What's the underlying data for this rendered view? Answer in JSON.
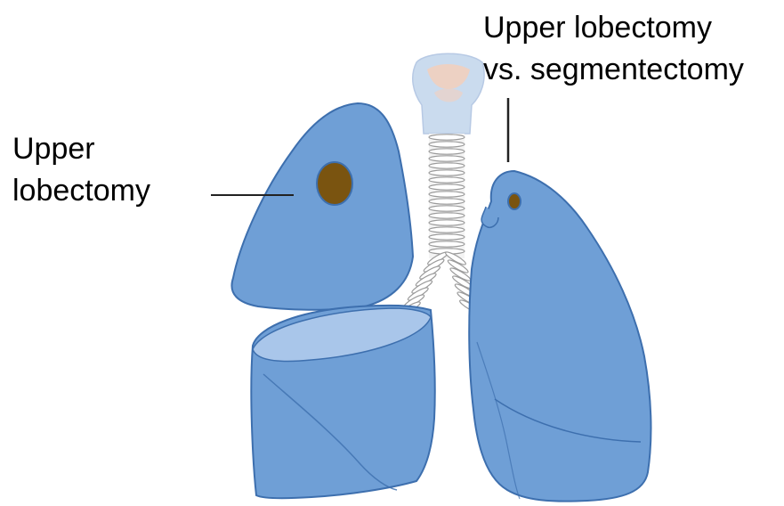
{
  "labels": {
    "left": {
      "line1": "Upper",
      "line2": "lobectomy"
    },
    "right": {
      "line1": "Upper lobectomy",
      "line2": "vs. segmentectomy"
    }
  },
  "colors": {
    "lung_fill": "#6f9fd6",
    "lung_stroke": "#3d6fae",
    "lung_light": "#a9c6ea",
    "tumor_fill": "#7a5410",
    "trachea_fill": "#ffffff",
    "trachea_stroke": "#9a9a9a",
    "larynx": "#e8c2b0",
    "pointer_line": "#222222"
  }
}
